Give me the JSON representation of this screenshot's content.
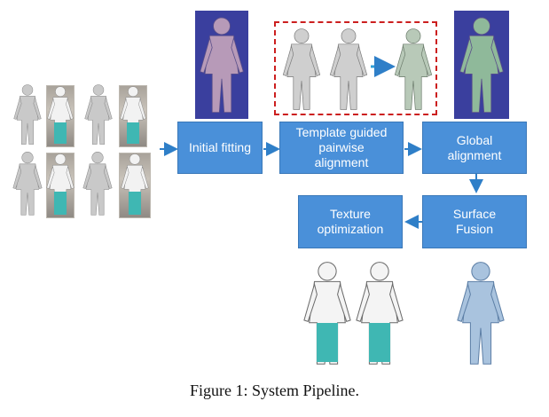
{
  "diagram": {
    "steps": {
      "initial_fitting": "Initial fitting",
      "template_guided_1": "Template guided",
      "template_guided_2": "pairwise",
      "template_guided_3": "alignment",
      "global_1": "Global",
      "global_2": "alignment",
      "surface_1": "Surface",
      "surface_2": "Fusion",
      "texture_1": "Texture",
      "texture_2": "optimization"
    },
    "colors": {
      "box_fill": "#4a90d9",
      "arrow": "#2f7fc8",
      "dashed_border": "#cc1f1f"
    }
  },
  "caption": "Figure 1: System Pipeline."
}
